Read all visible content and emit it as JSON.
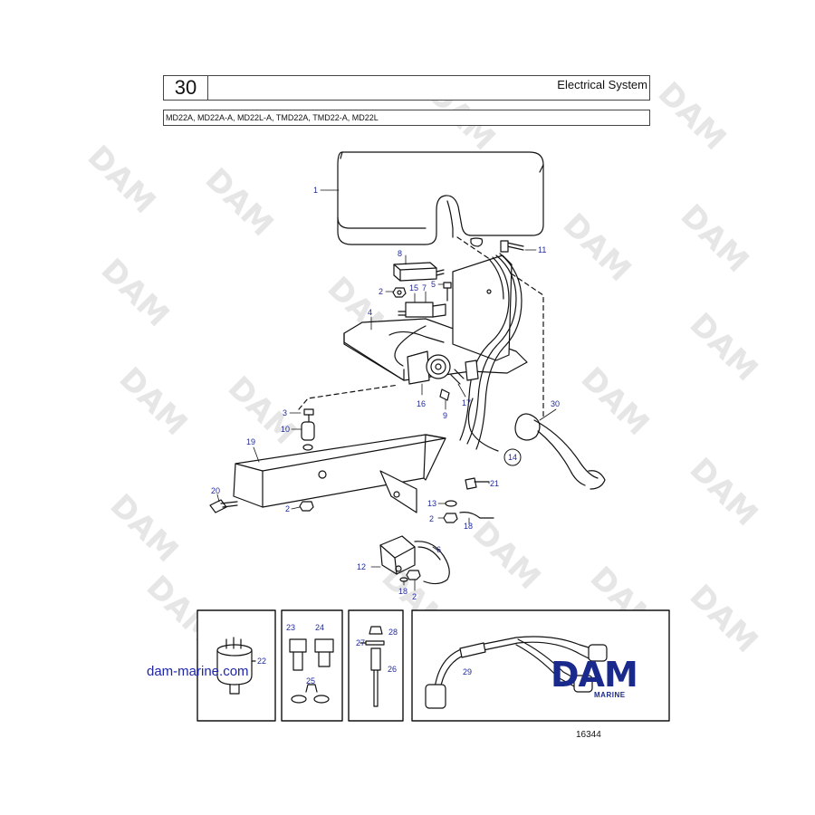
{
  "header": {
    "section_number": "30",
    "section_title": "Electrical System",
    "models": "MD22A, MD22A-A, MD22L-A, TMD22A, TMD22-A, MD22L"
  },
  "watermark_text": "DAM",
  "callouts": [
    "1",
    "2",
    "3",
    "4",
    "5",
    "6",
    "7",
    "8",
    "9",
    "10",
    "11",
    "12",
    "13",
    "14",
    "15",
    "16",
    "17",
    "18",
    "19",
    "20",
    "21",
    "22",
    "23",
    "24",
    "25",
    "26",
    "27",
    "28",
    "29",
    "30",
    "2",
    "2",
    "2",
    "18"
  ],
  "footer": {
    "website": "dam-marine.com",
    "figure_number": "16344",
    "logo_text": "DAM",
    "logo_subtitle": "MARINE"
  },
  "colors": {
    "callout": "#222a9a",
    "logo": "#1a2a8c",
    "line": "#111111"
  }
}
